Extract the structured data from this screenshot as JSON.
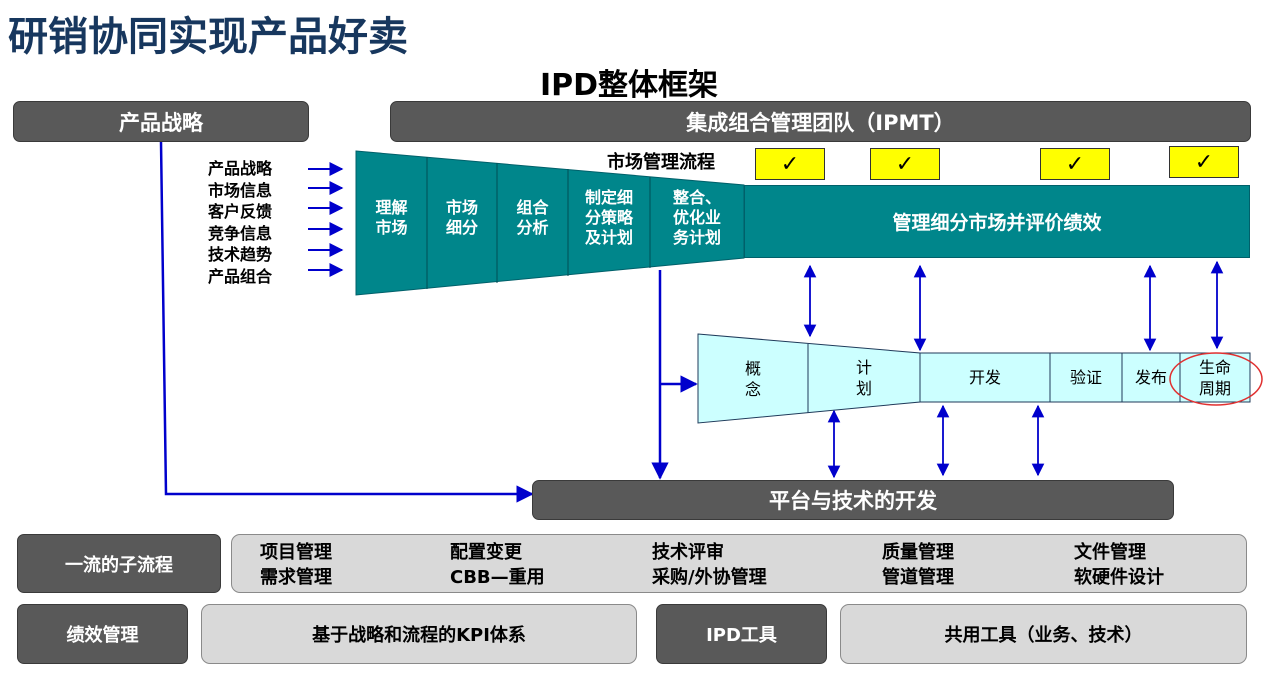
{
  "title": "研销协同实现产品好卖",
  "subtitle": "IPD整体框架",
  "product_strategy": "产品战略",
  "ipmt": "集成组合管理团队（IPMT）",
  "inputs": [
    "产品战略",
    "市场信息",
    "客户反馈",
    "竞争信息",
    "技术趋势",
    "产品组合"
  ],
  "market_flow_label": "市场管理流程",
  "market_stages": [
    [
      "理解",
      "市场"
    ],
    [
      "市场",
      "细分"
    ],
    [
      "组合",
      "分析"
    ],
    [
      "制定细",
      "分策略",
      "及计划"
    ],
    [
      "整合、",
      "优化业",
      "务计划"
    ]
  ],
  "market_manage": "管理细分市场并评价绩效",
  "checkmark": "✓",
  "dev_stages": [
    [
      "概",
      "念"
    ],
    [
      "计",
      "划"
    ],
    [
      "开发"
    ],
    [
      "验证"
    ],
    [
      "发布"
    ],
    [
      "生命",
      "周期"
    ]
  ],
  "platform": "平台与技术的开发",
  "subprocess_label": "一流的子流程",
  "subprocesses": [
    [
      "项目管理",
      "需求管理"
    ],
    [
      "配置变更",
      "CBB—重用"
    ],
    [
      "技术评审",
      "采购/外协管理"
    ],
    [
      "质量管理",
      "管道管理"
    ],
    [
      "文件管理",
      "软硬件设计"
    ]
  ],
  "performance_label": "绩效管理",
  "kpi_system": "基于战略和流程的KPI体系",
  "ipd_tools": "IPD工具",
  "shared_tools": "共用工具（业务、技术）",
  "colors": {
    "title": "#17375e",
    "teal": "#00868b",
    "light_cyan": "#ccffff",
    "arrow": "#0000cc",
    "dark_box": "#595959",
    "light_box": "#d9d9d9",
    "check_bg": "#ffff00",
    "highlight_circle": "#e03030"
  }
}
